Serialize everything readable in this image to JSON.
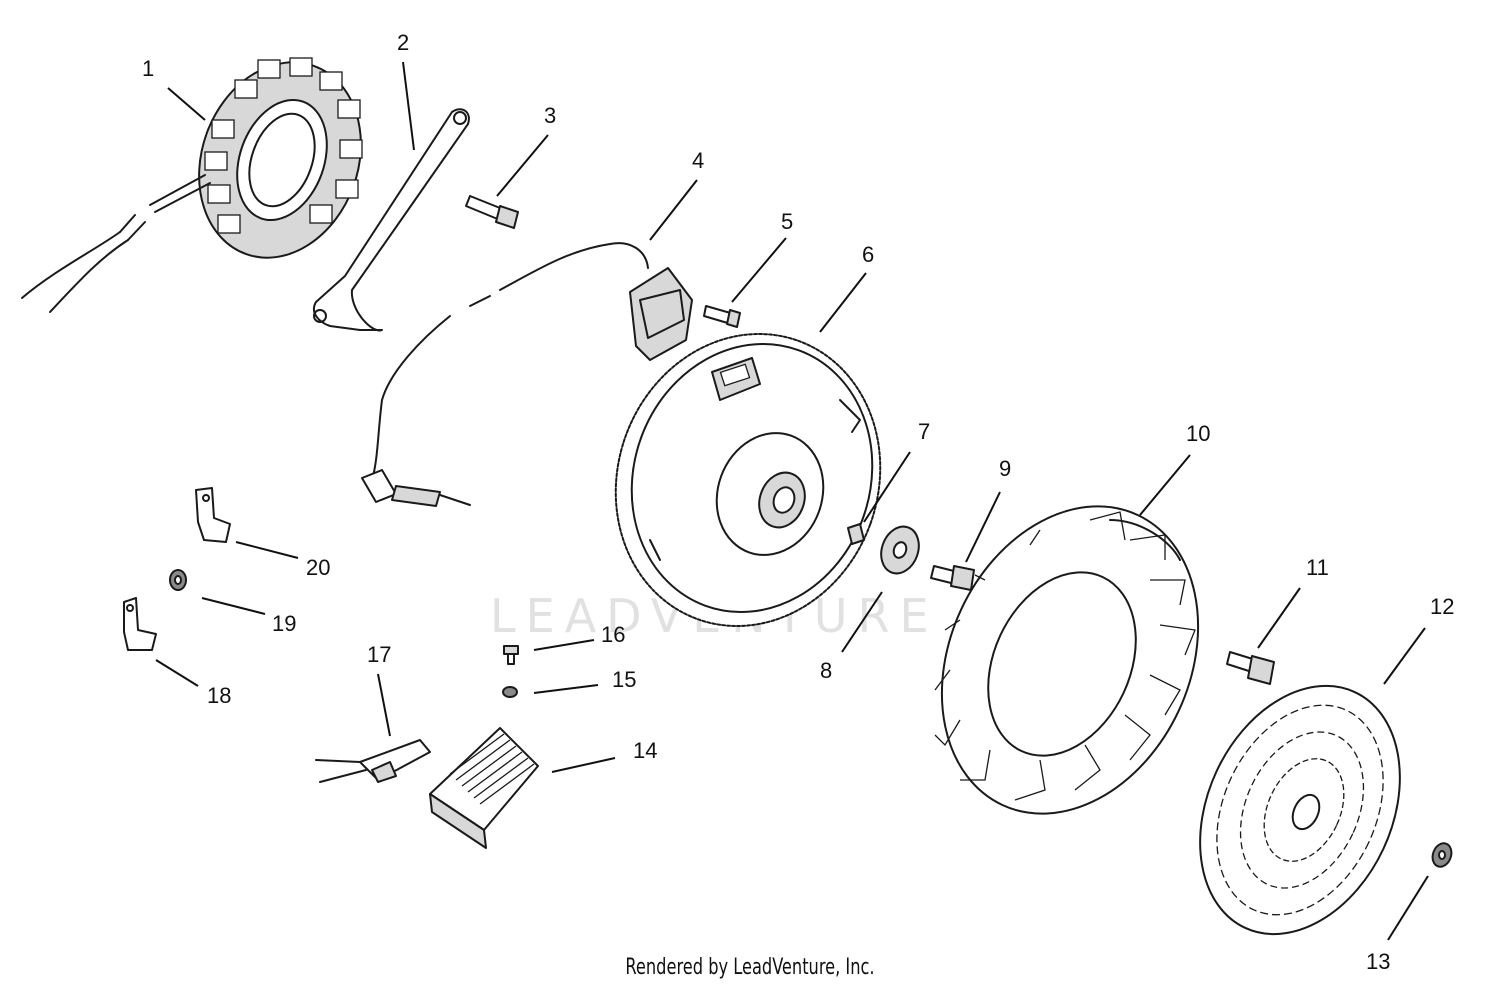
{
  "diagram": {
    "watermark": "LEADVENTURE",
    "footer": "Rendered by LeadVenture, Inc.",
    "labels": [
      "1",
      "2",
      "3",
      "4",
      "5",
      "6",
      "7",
      "8",
      "9",
      "10",
      "11",
      "12",
      "13",
      "14",
      "15",
      "16",
      "17",
      "18",
      "19",
      "20"
    ]
  }
}
